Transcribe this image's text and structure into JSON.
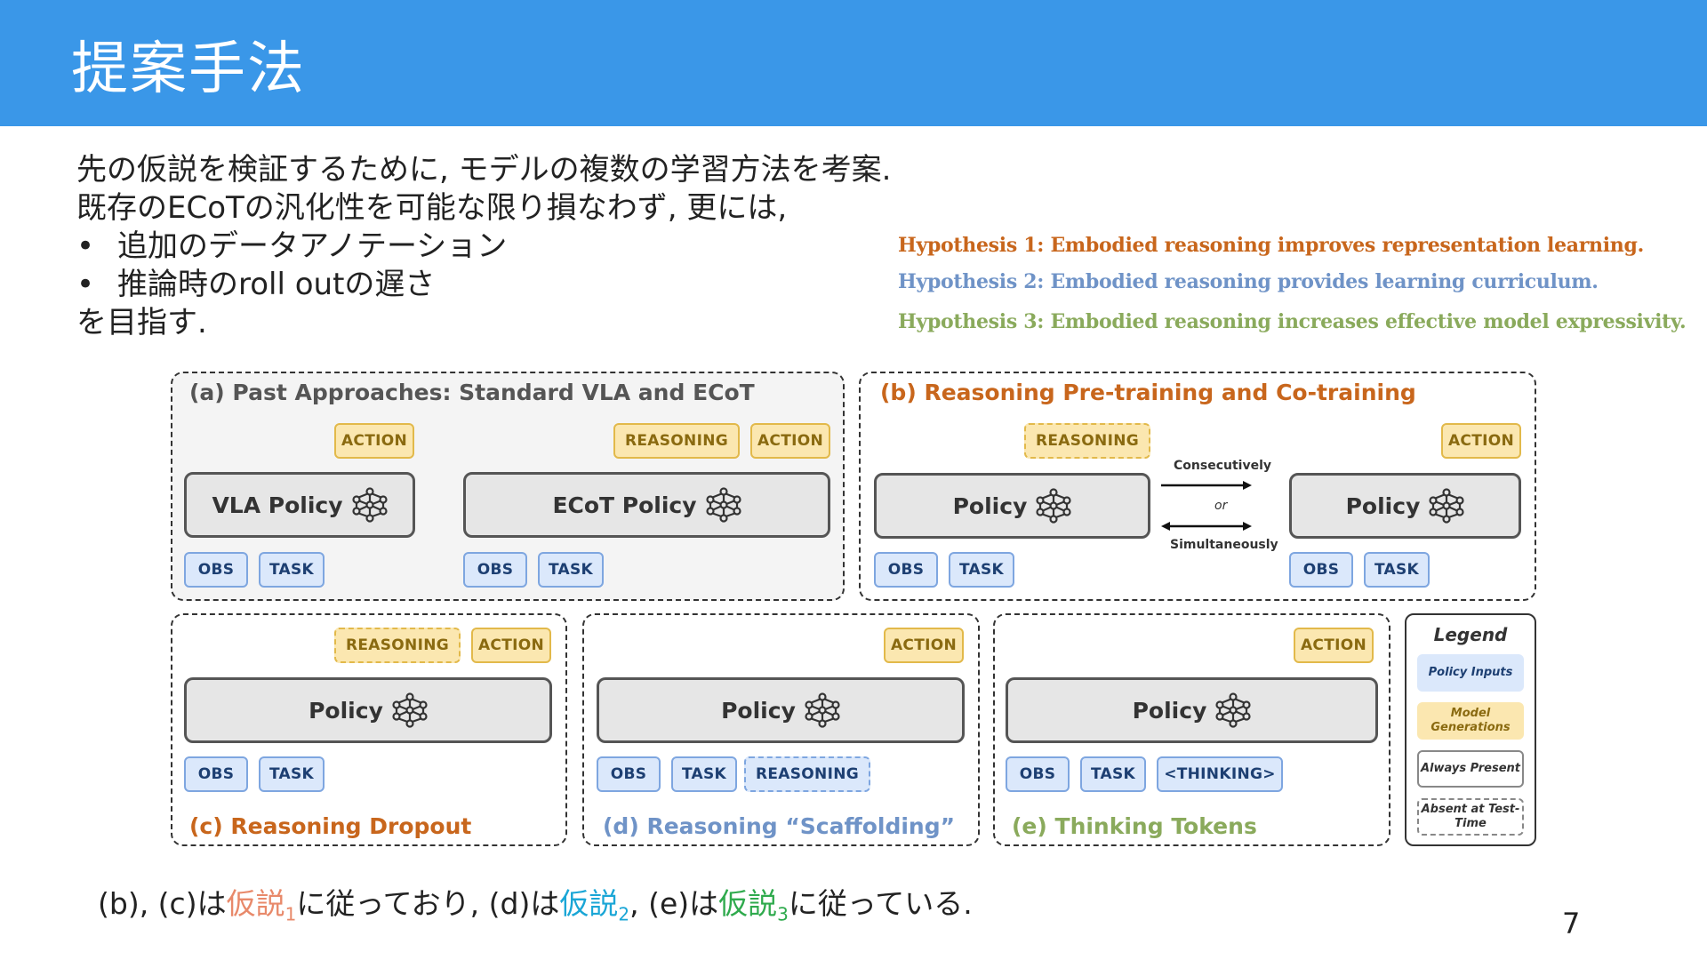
{
  "slide": {
    "title": "提案手法",
    "lines": [
      "先の仮説を検証するために, モデルの複数の学習方法を考案.",
      "既存のECoTの汎化性を可能な限り損なわず, 更には,"
    ],
    "bullets": [
      "追加のデータアノテーション",
      "推論時のroll outの遅さ"
    ],
    "bullet_symbol": "•",
    "closing": "を目指す.",
    "page_number": "7"
  },
  "hypotheses": [
    {
      "text": "Hypothesis 1: Embodied reasoning improves representation learning.",
      "color": "#c8661c"
    },
    {
      "text": "Hypothesis 2: Embodied reasoning provides learning curriculum.",
      "color": "#6f93c7"
    },
    {
      "text": "Hypothesis 3: Embodied reasoning increases effective model expressivity.",
      "color": "#8aaa5c"
    }
  ],
  "figure": {
    "a": {
      "title": "(a) Past Approaches: Standard VLA and ECoT",
      "vla_policy": "VLA Policy",
      "ecot_policy": "ECoT Policy",
      "action": "ACTION",
      "reasoning": "REASONING",
      "obs": "OBS",
      "task": "TASK"
    },
    "b": {
      "title": "(b) Reasoning Pre-training and Co-training",
      "policy": "Policy",
      "reasoning": "REASONING",
      "action": "ACTION",
      "obs": "OBS",
      "task": "TASK",
      "consecutively": "Consecutively",
      "or": "or",
      "simultaneously": "Simultaneously"
    },
    "c": {
      "title": "(c) Reasoning Dropout",
      "policy": "Policy",
      "reasoning": "REASONING",
      "action": "ACTION",
      "obs": "OBS",
      "task": "TASK"
    },
    "d": {
      "title": "(d) Reasoning “Scaffolding”",
      "policy": "Policy",
      "action": "ACTION",
      "obs": "OBS",
      "task": "TASK",
      "reasoning": "REASONING"
    },
    "e": {
      "title": "(e) Thinking Tokens",
      "policy": "Policy",
      "action": "ACTION",
      "obs": "OBS",
      "task": "TASK",
      "thinking": "<THINKING>"
    },
    "legend": {
      "title": "Legend",
      "policy_inputs": "Policy Inputs",
      "model_generations": "Model Generations",
      "always_present": "Always Present",
      "absent": "Absent at Test-Time"
    },
    "colors": {
      "panel_a_title": "#555555",
      "panel_b_title": "#c8661c",
      "panel_c_title": "#c8661c",
      "panel_d_title": "#6f93c7",
      "panel_e_title": "#8aaa5c"
    }
  },
  "footer": {
    "p1": "(b), (c)は",
    "h1": "仮説",
    "s1": "1",
    "p2": "に従っており, (d)は",
    "h2": "仮説",
    "s2": "2",
    "p3": ", (e)は",
    "h3": "仮説",
    "s3": "3",
    "p4": "に従っている."
  }
}
